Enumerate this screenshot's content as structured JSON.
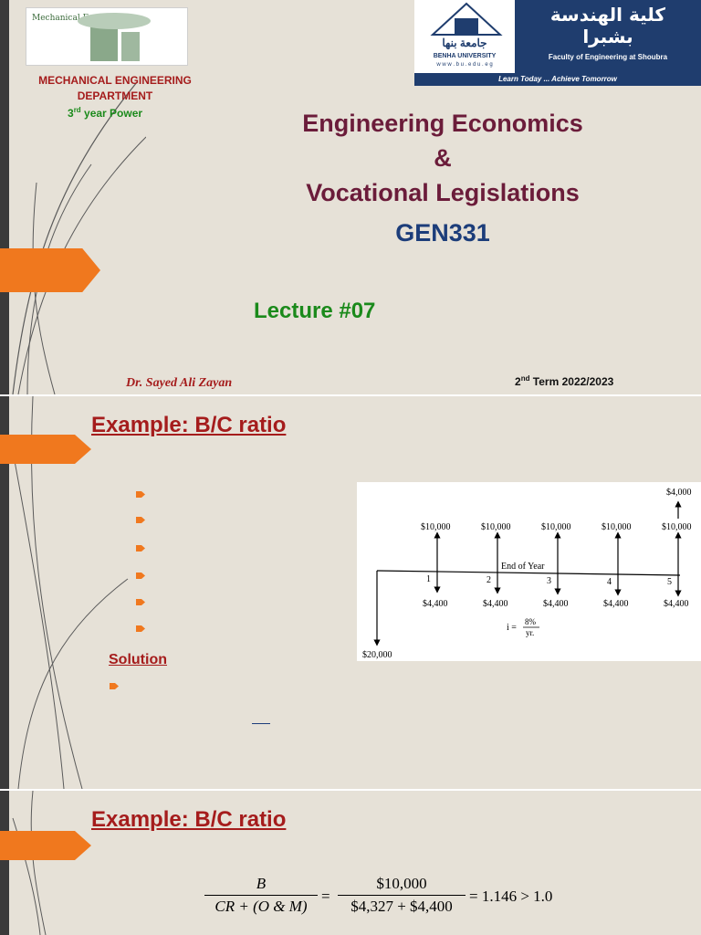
{
  "slide1": {
    "logo_left_text": "Mechanical Engineering",
    "logo_right": {
      "arabic_college": "كلية الهندسة",
      "arabic_city": "بشبرا",
      "faculty_en": "Faculty of Engineering at Shoubra",
      "univ_ar": "جامعة بنها",
      "univ_en": "BENHA UNIVERSITY",
      "univ_url": "w w w . b u . e d u . e g",
      "slogan": "Learn Today ... Achieve Tomorrow"
    },
    "dept_line1": "MECHANICAL ENGINEERING",
    "dept_line2": "DEPARTMENT",
    "year_num": "3",
    "year_sup": "rd",
    "year_rest": " year Power",
    "title_line1": "Engineering Economics",
    "title_line2": "&",
    "title_line3": "Vocational Legislations",
    "course_code": "GEN331",
    "lecture": "Lecture #07",
    "doctor": "Dr. Sayed Ali Zayan",
    "term_num": "2",
    "term_sup": "nd",
    "term_rest": "  Term 2022/2023"
  },
  "slide2": {
    "title": "Example: B/C ratio",
    "solution_label": "Solution",
    "diagram": {
      "salvage": "$4,000",
      "benefit": "$10,000",
      "cost": "$4,400",
      "initial": "$20,000",
      "axis_label": "End of Year",
      "years": [
        "1",
        "2",
        "3",
        "4",
        "5"
      ],
      "rate_prefix": "i =",
      "rate_num": "8%",
      "rate_den": "yr."
    }
  },
  "slide3": {
    "title": "Example: B/C ratio",
    "formula": {
      "lhs_num": "B",
      "lhs_den": "CR + (O & M)",
      "eq": "=",
      "rhs_num": "$10,000",
      "rhs_den": "$4,327 + $4,400",
      "result": "= 1.146 > 1.0"
    }
  },
  "colors": {
    "background": "#e6e1d7",
    "accent_orange": "#f0781e",
    "title_maroon": "#6b1c3a",
    "heading_red": "#a51c1c",
    "green": "#1b8a1b",
    "navy": "#1c3d7a"
  }
}
